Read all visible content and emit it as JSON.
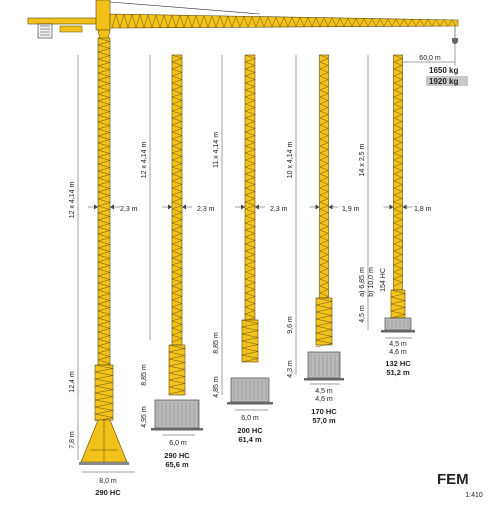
{
  "colors": {
    "crane_yellow": "#f2c21b",
    "crane_outline": "#5a4a10",
    "dim_line": "#444444",
    "load_box": "#c8c8c8",
    "base_grey": "#b9b9b9"
  },
  "jib": {
    "reach": "60,0 m",
    "load_1": "1650 kg",
    "load_2": "1920 kg"
  },
  "masts": [
    {
      "id": "290hc-7",
      "upper": "12 x 4,14 m",
      "side": "2,3 m",
      "lower": "12,4 m",
      "bottom": "7,8 m",
      "base": "8,0 m",
      "model": "290 HC",
      "height": ""
    },
    {
      "id": "290hc",
      "upper": "12 x 4,14 m",
      "side": "2,3 m",
      "lower": "8,85 m",
      "bottom": "4,95 m",
      "base": "6,0 m",
      "model": "290 HC",
      "height": "65,6 m"
    },
    {
      "id": "200hc",
      "upper": "11 x 4,14 m",
      "side": "2,3 m",
      "lower": "8,85 m",
      "bottom": "4,85 m",
      "base": "6,0 m",
      "model": "200 HC",
      "height": "61,4 m"
    },
    {
      "id": "170hc",
      "upper": "10 x 4,14 m",
      "side": "1,9 m",
      "lower": "9,6 m",
      "bottom": "4,3 m",
      "base": "4,5 m",
      "base2": "4,6 m",
      "model": "170 HC",
      "height": "57,0 m"
    },
    {
      "id": "132hc",
      "upper": "14 x 2,5 m",
      "side": "1,8 m",
      "lower": "4,5 m",
      "base": "4,5 m",
      "base2": "4,6 m",
      "model": "132 HC",
      "height": "51,2 m",
      "note_a": "a) 6,85 m",
      "note_b": "b) 10,0 m",
      "note_c": "154 HC"
    }
  ],
  "footer": {
    "logo": "FEM",
    "scale": "1:410"
  }
}
